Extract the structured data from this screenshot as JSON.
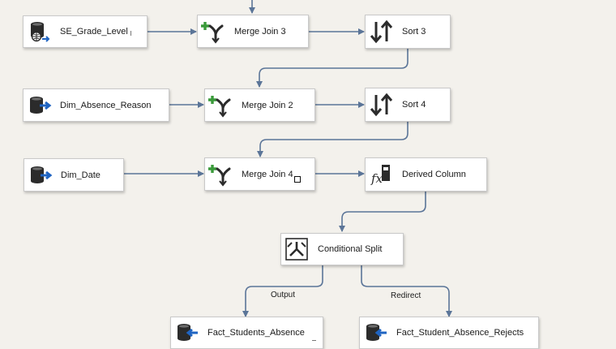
{
  "components": {
    "se_grade_level": {
      "label": "SE_Grade_Level",
      "icon": "database-source-icon"
    },
    "merge_join_3": {
      "label": "Merge Join 3",
      "icon": "merge-join-icon"
    },
    "sort_3": {
      "label": "Sort 3",
      "icon": "sort-icon"
    },
    "dim_absence_reason": {
      "label": "Dim_Absence_Reason",
      "icon": "database-source-icon"
    },
    "merge_join_2": {
      "label": "Merge Join 2",
      "icon": "merge-join-icon"
    },
    "sort_4": {
      "label": "Sort 4",
      "icon": "sort-icon"
    },
    "dim_date": {
      "label": "Dim_Date",
      "icon": "database-source-icon"
    },
    "merge_join_4": {
      "label": "Merge Join 4",
      "icon": "merge-join-icon"
    },
    "derived_column": {
      "label": "Derived Column",
      "icon": "derived-column-fx-icon"
    },
    "conditional_split": {
      "label": "Conditional Split",
      "icon": "conditional-split-icon"
    },
    "fact_students_absence": {
      "label": "Fact_Students_Absence",
      "icon": "database-destination-icon"
    },
    "fact_student_absence_rejects": {
      "label": "Fact_Student_Absence_Rejects",
      "icon": "database-destination-icon"
    }
  },
  "connector_labels": {
    "output": "Output",
    "redirect": "Redirect"
  },
  "colors": {
    "canvas": "#f3f1ec",
    "connector": "#5b7598",
    "merge_green": "#3a9a3a",
    "icon_dark": "#2b2b2b",
    "arrow_blue": "#1f64c2"
  }
}
